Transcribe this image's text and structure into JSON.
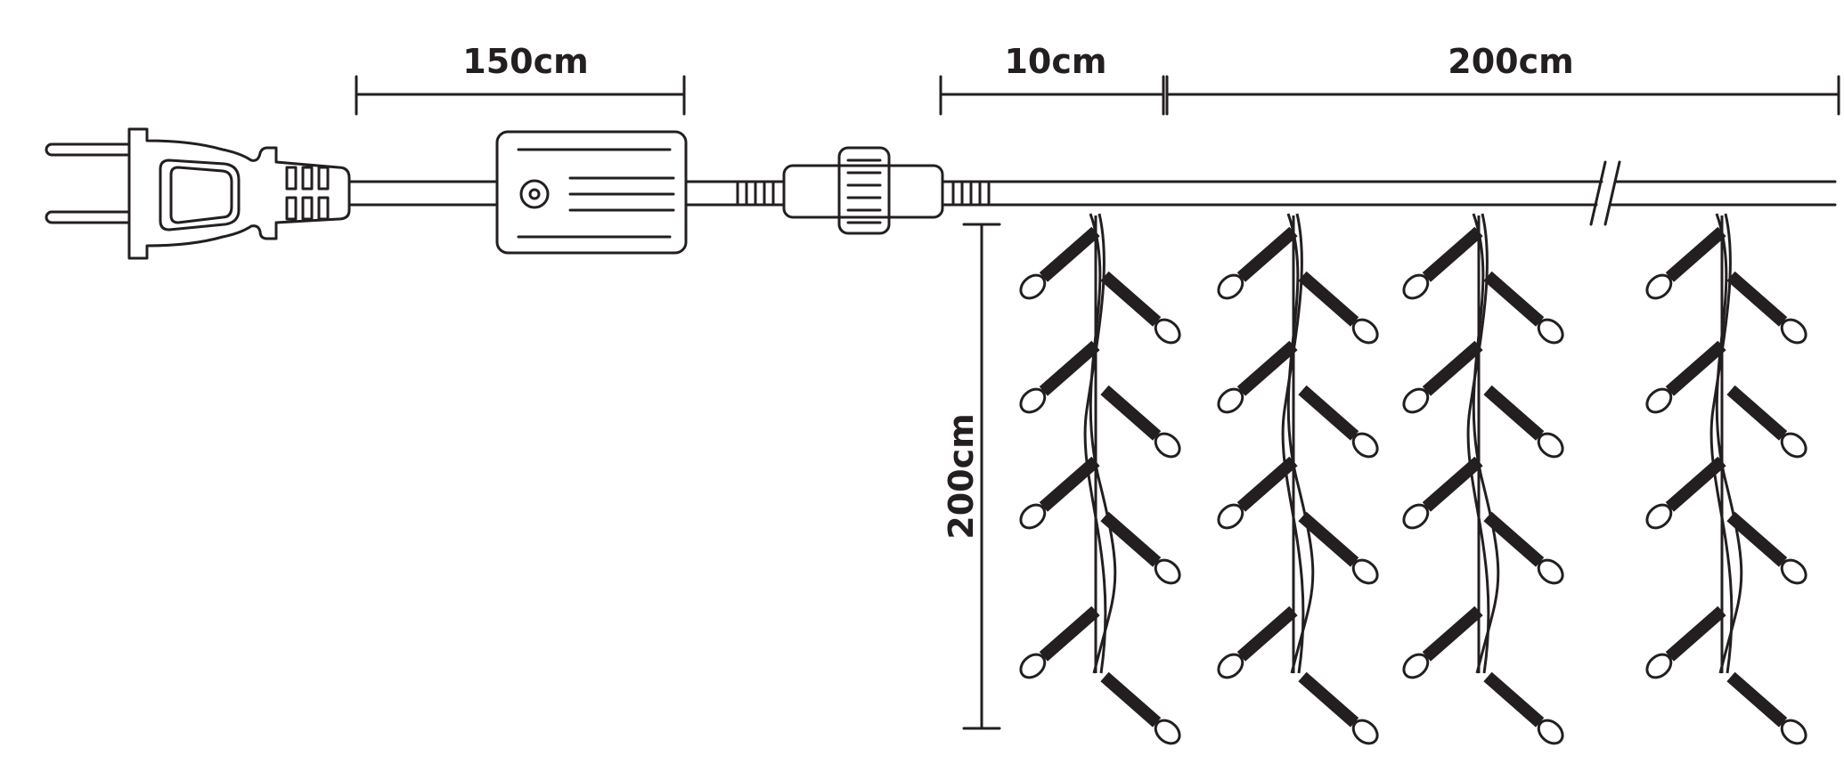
{
  "dimensions": {
    "plug_to_controller": "150cm",
    "lead_to_first_drop": "10cm",
    "curtain_width": "200cm",
    "drop_length": "200cm"
  },
  "components": {
    "plug": "plug-icon",
    "controller": "controller-box-icon",
    "connector": "connector-icon",
    "bulb": "led-bulb-icon"
  },
  "colors": {
    "line": "#231f20",
    "background": "#ffffff"
  }
}
